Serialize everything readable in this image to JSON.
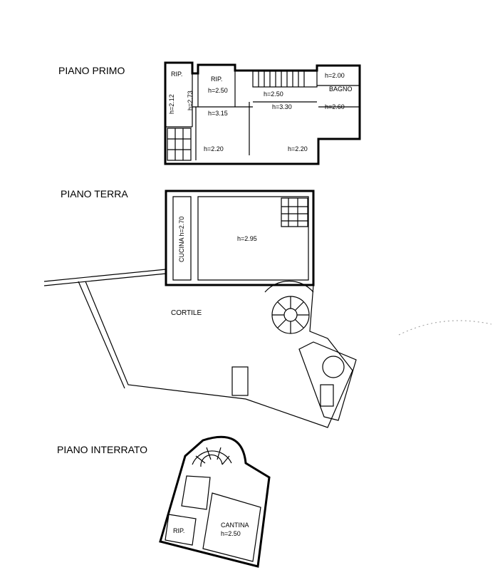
{
  "levels": {
    "primo": {
      "title": "PIANO PRIMO",
      "rooms": {
        "rip1": "RIP.",
        "h_rip1": "h=2.12",
        "h_corr": "h=2.73",
        "rip2": "RIP.",
        "h_rip2": "h=2.50",
        "h_hall": "h=2.50",
        "bagno": "BAGNO",
        "h_bagno_top": "h=2.00",
        "h_bagno_bottom": "h=2.60",
        "h_room1_top": "h=3.15",
        "h_room1_bottom": "h=2.20",
        "h_room2_top": "h=3.30",
        "h_room2_bottom": "h=2.20"
      }
    },
    "terra": {
      "title": "PIANO TERRA",
      "rooms": {
        "cucina": "CUCINA h=2.70",
        "h_main": "h=2.95",
        "cortile": "CORTILE"
      }
    },
    "interrato": {
      "title": "PIANO INTERRATO",
      "rooms": {
        "cantina": "CANTINA",
        "h_cantina": "h=2.50",
        "rip": "RIP."
      }
    }
  }
}
